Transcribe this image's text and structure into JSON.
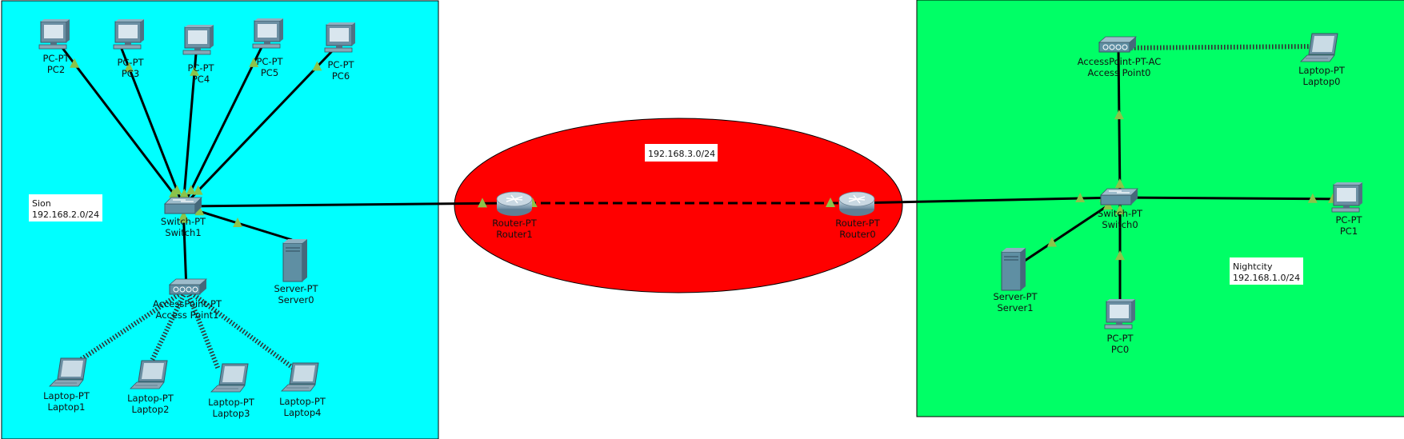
{
  "areas": {
    "sion": {
      "name": "Sion",
      "subnet": "192.168.2.0/24",
      "color": "#00ffff"
    },
    "nightcity": {
      "name": "Nightcity",
      "subnet": "192.168.1.0/24",
      "color": "#00ff66"
    },
    "wan": {
      "subnet": "192.168.3.0/24",
      "color": "#ff0000"
    }
  },
  "devices": {
    "pc2": {
      "type": "PC-PT",
      "name": "PC2",
      "icon": "pc-icon"
    },
    "pc3": {
      "type": "PC-PT",
      "name": "PC3",
      "icon": "pc-icon"
    },
    "pc4": {
      "type": "PC-PT",
      "name": "PC4",
      "icon": "pc-icon"
    },
    "pc5": {
      "type": "PC-PT",
      "name": "PC5",
      "icon": "pc-icon"
    },
    "pc6": {
      "type": "PC-PT",
      "name": "PC6",
      "icon": "pc-icon"
    },
    "switch1": {
      "type": "Switch-PT",
      "name": "Switch1",
      "icon": "switch-icon"
    },
    "server0": {
      "type": "Server-PT",
      "name": "Server0",
      "icon": "server-icon"
    },
    "ap1": {
      "type": "AccessPoint-PT",
      "name": "Access Point1",
      "icon": "access-point-icon"
    },
    "laptop1": {
      "type": "Laptop-PT",
      "name": "Laptop1",
      "icon": "laptop-icon"
    },
    "laptop2": {
      "type": "Laptop-PT",
      "name": "Laptop2",
      "icon": "laptop-icon"
    },
    "laptop3": {
      "type": "Laptop-PT",
      "name": "Laptop3",
      "icon": "laptop-icon"
    },
    "laptop4": {
      "type": "Laptop-PT",
      "name": "Laptop4",
      "icon": "laptop-icon"
    },
    "router1": {
      "type": "Router-PT",
      "name": "Router1",
      "icon": "router-icon"
    },
    "router0": {
      "type": "Router-PT",
      "name": "Router0",
      "icon": "router-icon"
    },
    "switch0": {
      "type": "Switch-PT",
      "name": "Switch0",
      "icon": "switch-icon"
    },
    "ap0": {
      "type": "AccessPoint-PT-AC",
      "name": "Access Point0",
      "icon": "access-point-icon"
    },
    "laptop0": {
      "type": "Laptop-PT",
      "name": "Laptop0",
      "icon": "laptop-icon"
    },
    "pc1": {
      "type": "PC-PT",
      "name": "PC1",
      "icon": "pc-icon"
    },
    "server1": {
      "type": "Server-PT",
      "name": "Server1",
      "icon": "server-icon"
    },
    "pc0": {
      "type": "PC-PT",
      "name": "PC0",
      "icon": "pc-icon"
    }
  },
  "links": [
    {
      "from": "pc2",
      "to": "switch1",
      "style": "copper"
    },
    {
      "from": "pc3",
      "to": "switch1",
      "style": "copper"
    },
    {
      "from": "pc4",
      "to": "switch1",
      "style": "copper"
    },
    {
      "from": "pc5",
      "to": "switch1",
      "style": "copper"
    },
    {
      "from": "pc6",
      "to": "switch1",
      "style": "copper"
    },
    {
      "from": "switch1",
      "to": "server0",
      "style": "copper"
    },
    {
      "from": "switch1",
      "to": "ap1",
      "style": "copper"
    },
    {
      "from": "switch1",
      "to": "router1",
      "style": "copper"
    },
    {
      "from": "router1",
      "to": "router0",
      "style": "serial"
    },
    {
      "from": "router0",
      "to": "switch0",
      "style": "copper"
    },
    {
      "from": "switch0",
      "to": "ap0",
      "style": "copper"
    },
    {
      "from": "switch0",
      "to": "pc1",
      "style": "copper"
    },
    {
      "from": "switch0",
      "to": "server1",
      "style": "copper"
    },
    {
      "from": "switch0",
      "to": "pc0",
      "style": "copper"
    },
    {
      "from": "ap1",
      "to": "laptop1",
      "style": "wireless"
    },
    {
      "from": "ap1",
      "to": "laptop2",
      "style": "wireless"
    },
    {
      "from": "ap1",
      "to": "laptop3",
      "style": "wireless"
    },
    {
      "from": "ap1",
      "to": "laptop4",
      "style": "wireless"
    },
    {
      "from": "ap0",
      "to": "laptop0",
      "style": "wireless"
    }
  ],
  "colors": {
    "link": "#000000",
    "port_up": "#8bc34a",
    "icon_body": "#5f8fa3"
  }
}
